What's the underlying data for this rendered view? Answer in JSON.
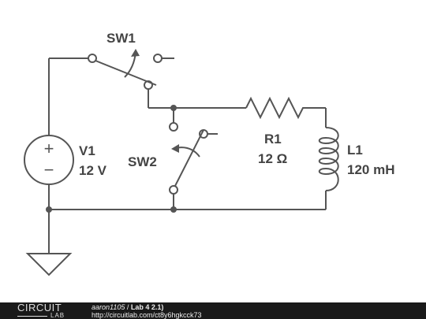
{
  "components": {
    "sw1": {
      "name": "SW1"
    },
    "sw2": {
      "name": "SW2"
    },
    "v1": {
      "name": "V1",
      "value": "12 V",
      "plus": "+",
      "minus": "−"
    },
    "r1": {
      "name": "R1",
      "value": "12 Ω"
    },
    "l1": {
      "name": "L1",
      "value": "120 mH"
    }
  },
  "footer": {
    "logo_top": "CIRCUIT",
    "logo_bottom": "LAB",
    "author": "aaron1105",
    "separator": " / ",
    "title": "Lab 4 2.1)",
    "url": "http://circuitlab.com/ct8y6hgkcck73"
  },
  "colors": {
    "wire": "#555555",
    "footer_bg": "#1a1a1a"
  }
}
